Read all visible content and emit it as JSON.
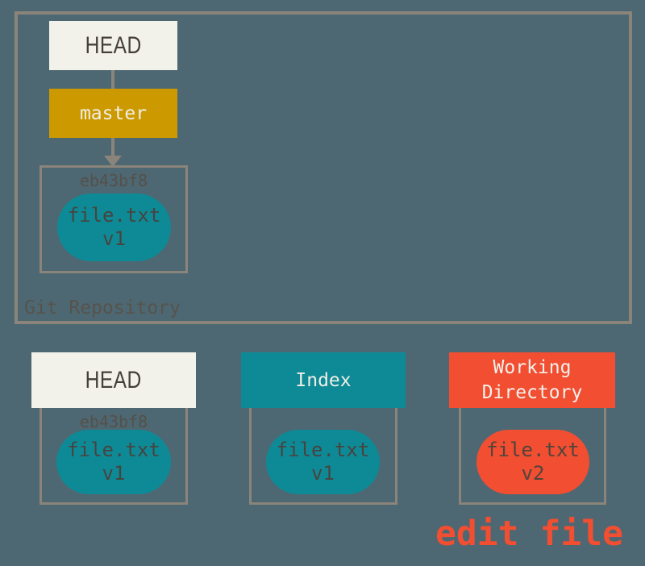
{
  "colors": {
    "background": "#4D6872",
    "border_gray": "#8B847A",
    "offwhite": "#F2F1EA",
    "branch_gold": "#CC9A00",
    "teal": "#0E8A96",
    "orange": "#F14E32"
  },
  "repository": {
    "label": "Git Repository",
    "head_label": "HEAD",
    "branch_label": "master",
    "commit": {
      "id": "eb43bf8",
      "file": "file.txt",
      "version": "v1"
    }
  },
  "areas": [
    {
      "id": "head",
      "label": "HEAD",
      "commit_id": "eb43bf8",
      "file": "file.txt",
      "version": "v1"
    },
    {
      "id": "index",
      "label": "Index",
      "file": "file.txt",
      "version": "v1"
    },
    {
      "id": "working-directory",
      "label": "Working Directory",
      "file": "file.txt",
      "version": "v2"
    }
  ],
  "annotation": "edit file"
}
